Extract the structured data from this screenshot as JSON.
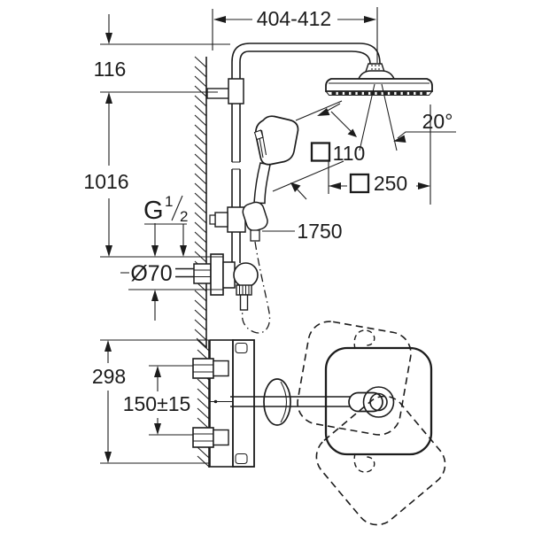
{
  "drawing": {
    "type": "technical-installation-diagram",
    "subject": "shower-system-with-thermostat",
    "colors": {
      "line": "#1c1c1c",
      "background": "#ffffff"
    },
    "labels": {
      "width_top": "404-412",
      "offset_top": "116",
      "rail_height": "1016",
      "thread_g": "G",
      "thread_numerator": "1",
      "thread_slash": "/",
      "thread_denominator": "2",
      "flange_diameter": "Ø70",
      "hose_length": "1750",
      "hand_shower_size": "110",
      "head_size": "250",
      "spray_angle": "20°",
      "depth": "298",
      "connection_spacing": "150±15"
    }
  }
}
